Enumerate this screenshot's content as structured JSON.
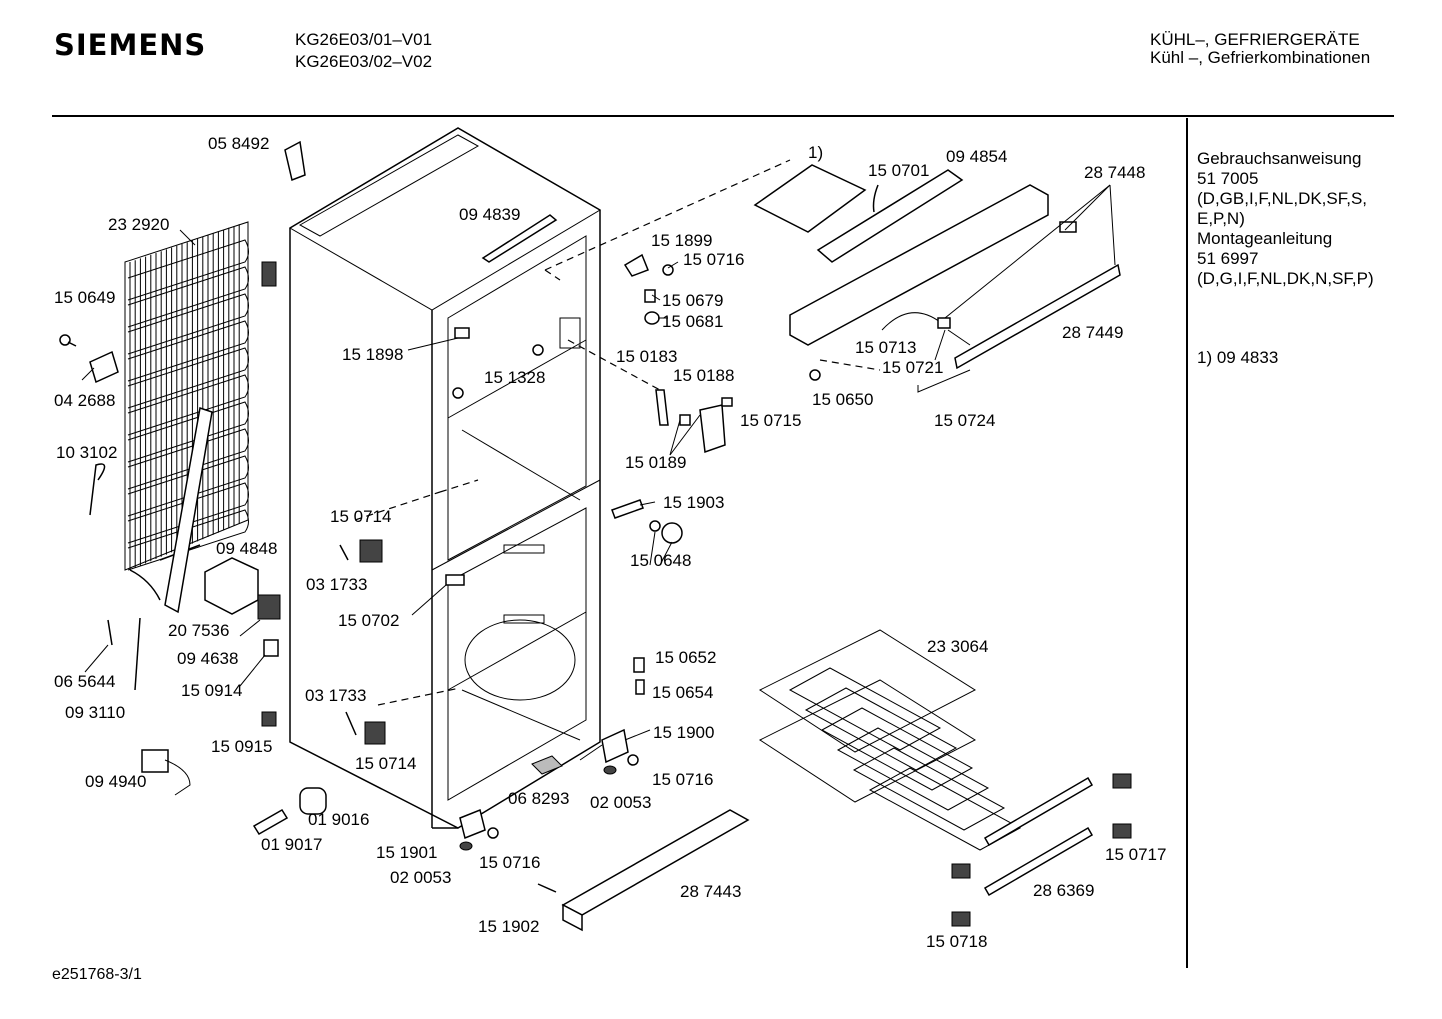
{
  "header": {
    "brand": "SIEMENS",
    "model_1": "KG26E03/01–V01",
    "model_2": "KG26E03/02–V02",
    "category_1": "KÜHL–, GEFRIERGERÄTE",
    "category_2": "Kühl –, Gefrierkombinationen"
  },
  "sidebar": {
    "lines": [
      "Gebrauchsanweisung",
      "51 7005",
      "(D,GB,I,F,NL,DK,SF,S,",
      "E,P,N)",
      "Montageanleitung",
      "51 6997",
      "(D,G,I,F,NL,DK,N,SF,P)"
    ],
    "note": "1)  09 4833"
  },
  "footer": {
    "code": "e251768-3/1"
  },
  "parts": [
    {
      "id": "p-058492",
      "label": "05 8492"
    },
    {
      "id": "p-232920",
      "label": "23 2920"
    },
    {
      "id": "p-150649",
      "label": "15 0649"
    },
    {
      "id": "p-042688",
      "label": "04 2688"
    },
    {
      "id": "p-103102",
      "label": "10 3102"
    },
    {
      "id": "p-094848",
      "label": "09 4848"
    },
    {
      "id": "p-207536",
      "label": "20 7536"
    },
    {
      "id": "p-094638",
      "label": "09 4638"
    },
    {
      "id": "p-065644",
      "label": "06 5644"
    },
    {
      "id": "p-150914",
      "label": "15 0914"
    },
    {
      "id": "p-093110",
      "label": "09 3110"
    },
    {
      "id": "p-150915",
      "label": "15 0915"
    },
    {
      "id": "p-094940",
      "label": "09 4940"
    },
    {
      "id": "p-019016",
      "label": "01 9016"
    },
    {
      "id": "p-019017",
      "label": "01 9017"
    },
    {
      "id": "p-151901",
      "label": "15 1901"
    },
    {
      "id": "p-150716c",
      "label": "15 0716"
    },
    {
      "id": "p-020053b",
      "label": "02 0053"
    },
    {
      "id": "p-151902",
      "label": "15 1902"
    },
    {
      "id": "p-094839",
      "label": "09 4839"
    },
    {
      "id": "p-151898",
      "label": "15 1898"
    },
    {
      "id": "p-151328",
      "label": "15 1328"
    },
    {
      "id": "p-150714a",
      "label": "15 0714"
    },
    {
      "id": "p-031733a",
      "label": "03 1733"
    },
    {
      "id": "p-150702",
      "label": "15 0702"
    },
    {
      "id": "p-031733b",
      "label": "03 1733"
    },
    {
      "id": "p-150714b",
      "label": "15 0714"
    },
    {
      "id": "p-068293",
      "label": "06 8293"
    },
    {
      "id": "p-020053a",
      "label": "02 0053"
    },
    {
      "id": "p-150716b",
      "label": "15 0716"
    },
    {
      "id": "p-151900",
      "label": "15 1900"
    },
    {
      "id": "p-150654",
      "label": "15 0654"
    },
    {
      "id": "p-150652",
      "label": "15 0652"
    },
    {
      "id": "p-287443",
      "label": "28 7443"
    },
    {
      "id": "p-note1",
      "label": "1)"
    },
    {
      "id": "p-150701",
      "label": "15 0701"
    },
    {
      "id": "p-094854",
      "label": "09 4854"
    },
    {
      "id": "p-287448",
      "label": "28 7448"
    },
    {
      "id": "p-151899",
      "label": "15 1899"
    },
    {
      "id": "p-150716a",
      "label": "15 0716"
    },
    {
      "id": "p-150679",
      "label": "15 0679"
    },
    {
      "id": "p-150681",
      "label": "15 0681"
    },
    {
      "id": "p-150183",
      "label": "15 0183"
    },
    {
      "id": "p-150188",
      "label": "15 0188"
    },
    {
      "id": "p-150189",
      "label": "15 0189"
    },
    {
      "id": "p-150715",
      "label": "15 0715"
    },
    {
      "id": "p-150650",
      "label": "15 0650"
    },
    {
      "id": "p-150713",
      "label": "15 0713"
    },
    {
      "id": "p-150721",
      "label": "15 0721"
    },
    {
      "id": "p-150724",
      "label": "15 0724"
    },
    {
      "id": "p-287449",
      "label": "28 7449"
    },
    {
      "id": "p-151903",
      "label": "15 1903"
    },
    {
      "id": "p-150648",
      "label": "15 0648"
    },
    {
      "id": "p-233064",
      "label": "23 3064"
    },
    {
      "id": "p-150717",
      "label": "15 0717"
    },
    {
      "id": "p-286369",
      "label": "28 6369"
    },
    {
      "id": "p-150718",
      "label": "15 0718"
    }
  ]
}
